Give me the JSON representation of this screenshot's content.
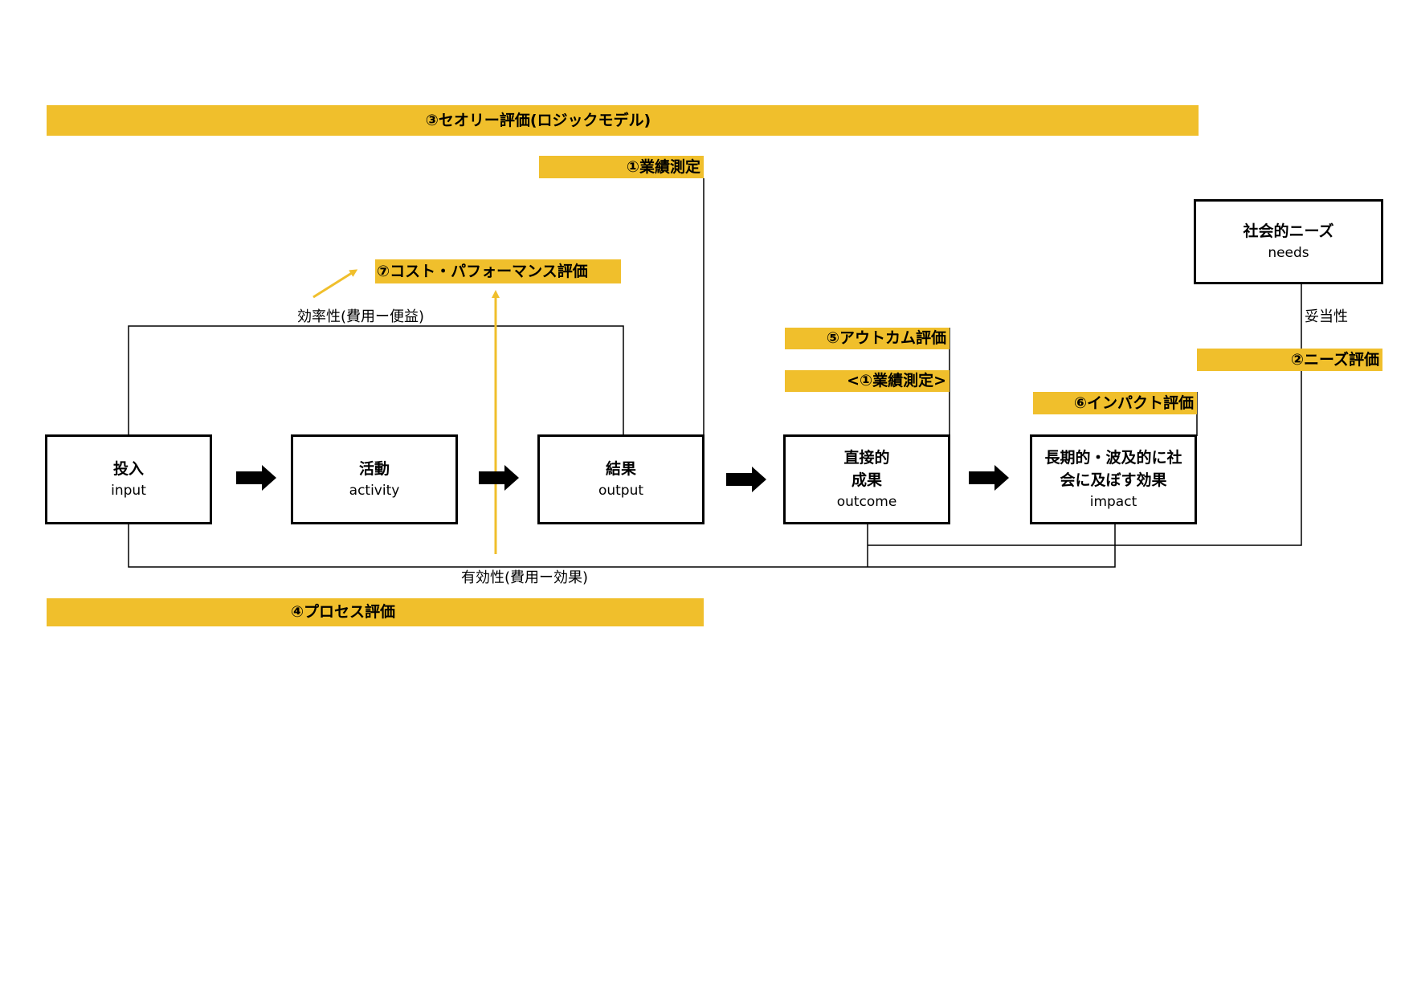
{
  "colors": {
    "accent": "#f0bf2c",
    "line": "#000000"
  },
  "bands": {
    "theory": "③セオリー評価(ロジックモデル)",
    "measurement": "①業績測定",
    "cost_performance": "⑦コスト・パフォーマンス評価",
    "outcome": "⑤アウトカム評価",
    "measurement_bracket": "<①業績測定>",
    "impact": "⑥インパクト評価",
    "needs": "②ニーズ評価",
    "process": "④プロセス評価"
  },
  "boxes": {
    "input": {
      "jp": "投入",
      "en": "input"
    },
    "activity": {
      "jp": "活動",
      "en": "activity"
    },
    "output": {
      "jp": "結果",
      "en": "output"
    },
    "outcome": {
      "jp_line1": "直接的",
      "jp_line2": "成果",
      "en": "outcome"
    },
    "impact": {
      "jp_line1": "長期的・波及的に社",
      "jp_line2": "会に及ぼす効果",
      "en": "impact"
    },
    "needs": {
      "jp": "社会的ニーズ",
      "en": "needs"
    }
  },
  "labels": {
    "efficiency": "効率性(費用ー便益)",
    "effectiveness": "有効性(費用ー効果)",
    "relevance": "妥当性"
  }
}
